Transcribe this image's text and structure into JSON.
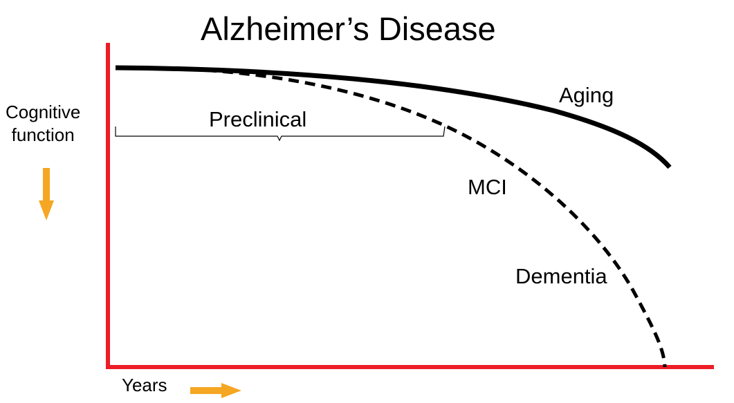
{
  "title": "Alzheimer’s Disease",
  "y_axis": {
    "label_line1": "Cognitive",
    "label_line2": "function"
  },
  "x_axis": {
    "label": "Years"
  },
  "annotations": {
    "preclinical": "Preclinical",
    "aging": "Aging",
    "mci": "MCI",
    "dementia": "Dementia"
  },
  "colors": {
    "axis": "#ee1c25",
    "arrow": "#f5a623",
    "curve": "#000000"
  }
}
